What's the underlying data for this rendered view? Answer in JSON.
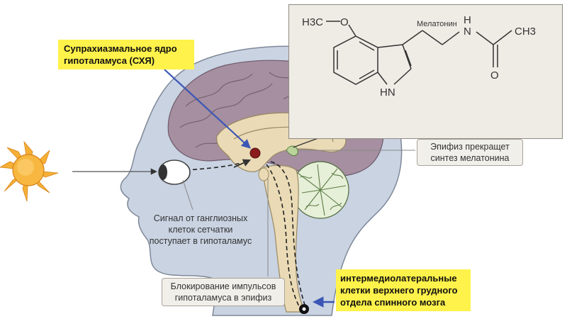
{
  "labels": {
    "scn_title": "Супрахиазмальное ядро",
    "scn_subtitle": "гипоталамуса (СХЯ)",
    "signal_line1": "Сигнал от ганглиозных",
    "signal_line2": "клеток сетчатки",
    "signal_line3": "поступает в гипоталамус",
    "block_line1": "Блокирование импульсов",
    "block_line2": "гипоталамуса в эпифиз",
    "pineal_line1": "Эпифиз прекращет",
    "pineal_line2": "синтез мелатонина",
    "spinal_line1": "интермедиолатеральные",
    "spinal_line2": "клетки верхнего грудного",
    "spinal_line3": "отдела спинного мозга"
  },
  "molecule": {
    "name": "Мелатонин",
    "methoxy_h3c": "H3C",
    "oxygen": "O",
    "nitrogen_amide": "N",
    "hydrogen_amide": "H",
    "methyl": "CH3",
    "carbonyl_o": "O",
    "indole_nh": "HN"
  },
  "colors": {
    "head_fill": "#c9d3e2",
    "head_stroke": "#7e8898",
    "brain_fill": "#a58fa0",
    "inner_fill": "#eadbb6",
    "sun": "#f5b035",
    "highlight": "#fff24a",
    "arrow_blue": "#3c56b5",
    "scn_dot": "#8b1c1c"
  }
}
